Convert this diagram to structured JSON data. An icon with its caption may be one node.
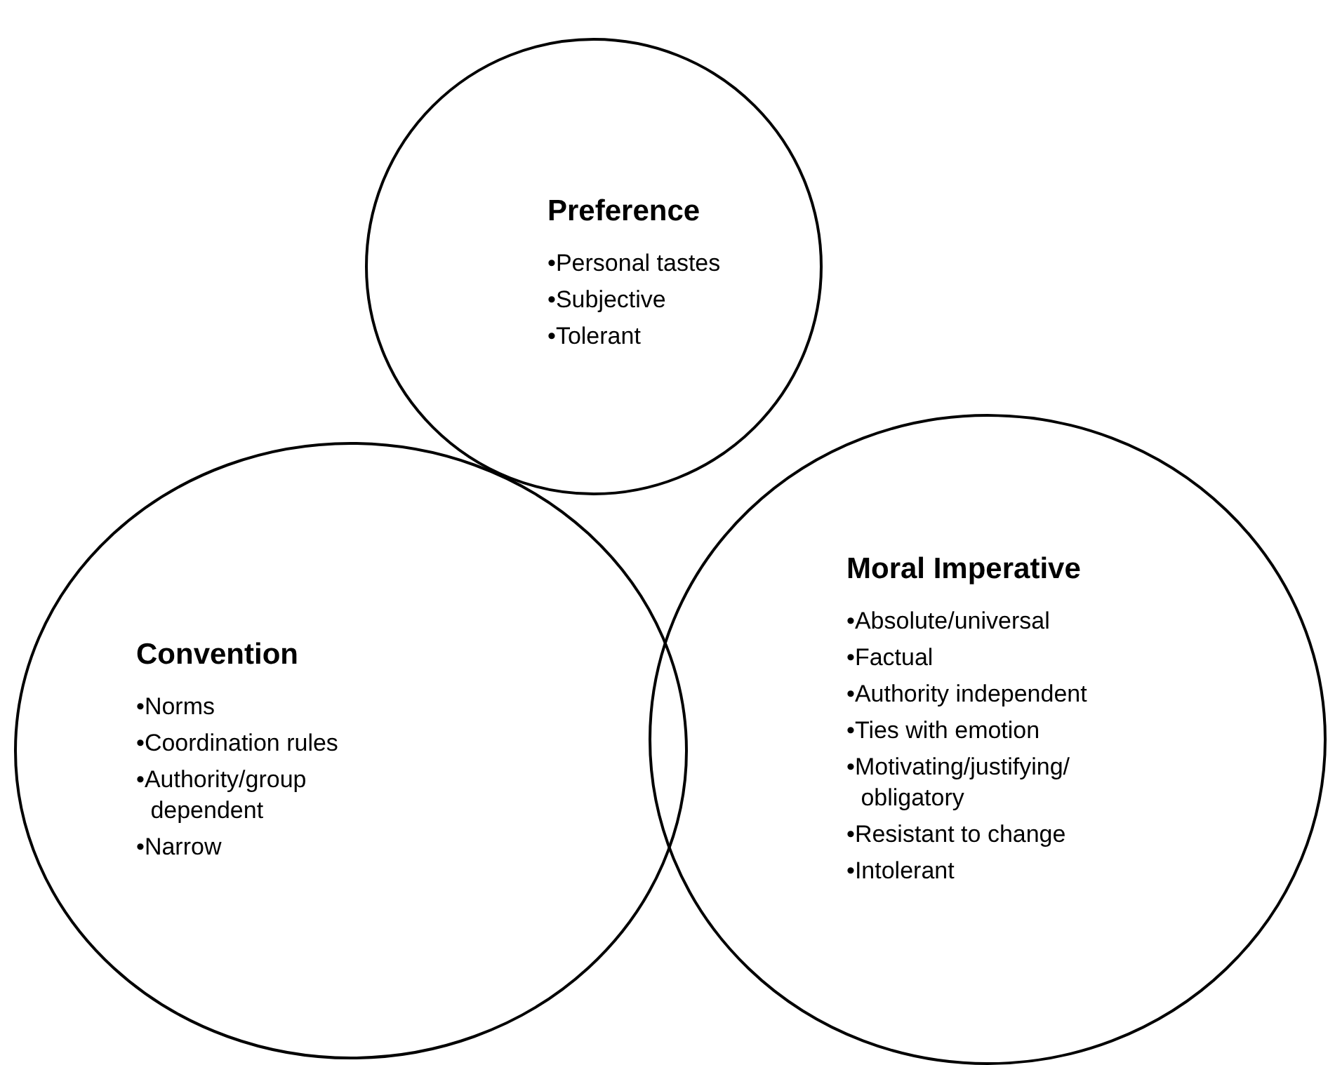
{
  "diagram": {
    "nodes": [
      {
        "text": [
          "Preference",
          "•Personal tastes",
          "•Subjective",
          "•Tolerant"
        ]
      },
      {
        "text": [
          "Convention",
          "•Norms",
          "•Coordination rules",
          "•Authority/group dependent",
          "•Narrow"
        ]
      },
      {
        "text": [
          "Moral Imperative",
          "•Absolute/universal",
          "•Factual",
          "•Authority independent",
          "•Ties with emotion",
          "•Motivating/justifying/ obligatory",
          "•Resistant to change",
          "•Intolerant"
        ]
      }
    ]
  }
}
